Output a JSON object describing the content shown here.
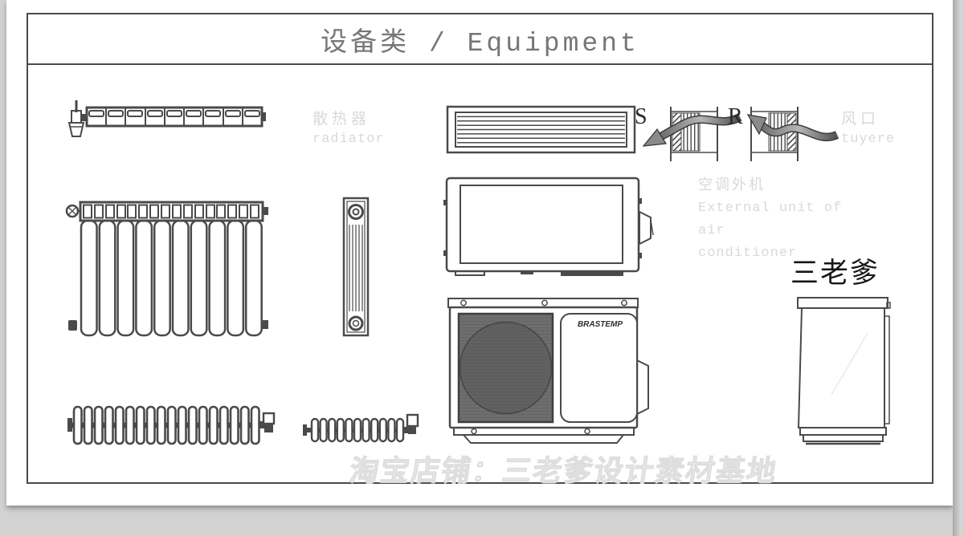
{
  "title": {
    "text": "设备类 / Equipment"
  },
  "labels": {
    "radiator": {
      "cn": "散热器",
      "en": "radiator"
    },
    "tuyere": {
      "cn": "风口",
      "en": "tuyere"
    },
    "ac_external": {
      "cn": "空调外机",
      "en1": "External unit of",
      "en2": "air",
      "en3": "conditioner"
    },
    "supply": "S",
    "return": "R"
  },
  "brand": {
    "text": "BRASTEMP"
  },
  "watermarks": {
    "artist": "三老爹",
    "shop": "淘宝店铺：三老爹设计素材基地"
  },
  "colors": {
    "line": "#4a4a4a",
    "frame": "#4b4b4b",
    "label_gray": "#d9d9d9",
    "title_gray": "#767676",
    "paper": "#ffffff",
    "background": "#d2d2d2",
    "grille_fill": "#6f6f6f",
    "fan_fill": "#616161",
    "ink": "#161616"
  }
}
